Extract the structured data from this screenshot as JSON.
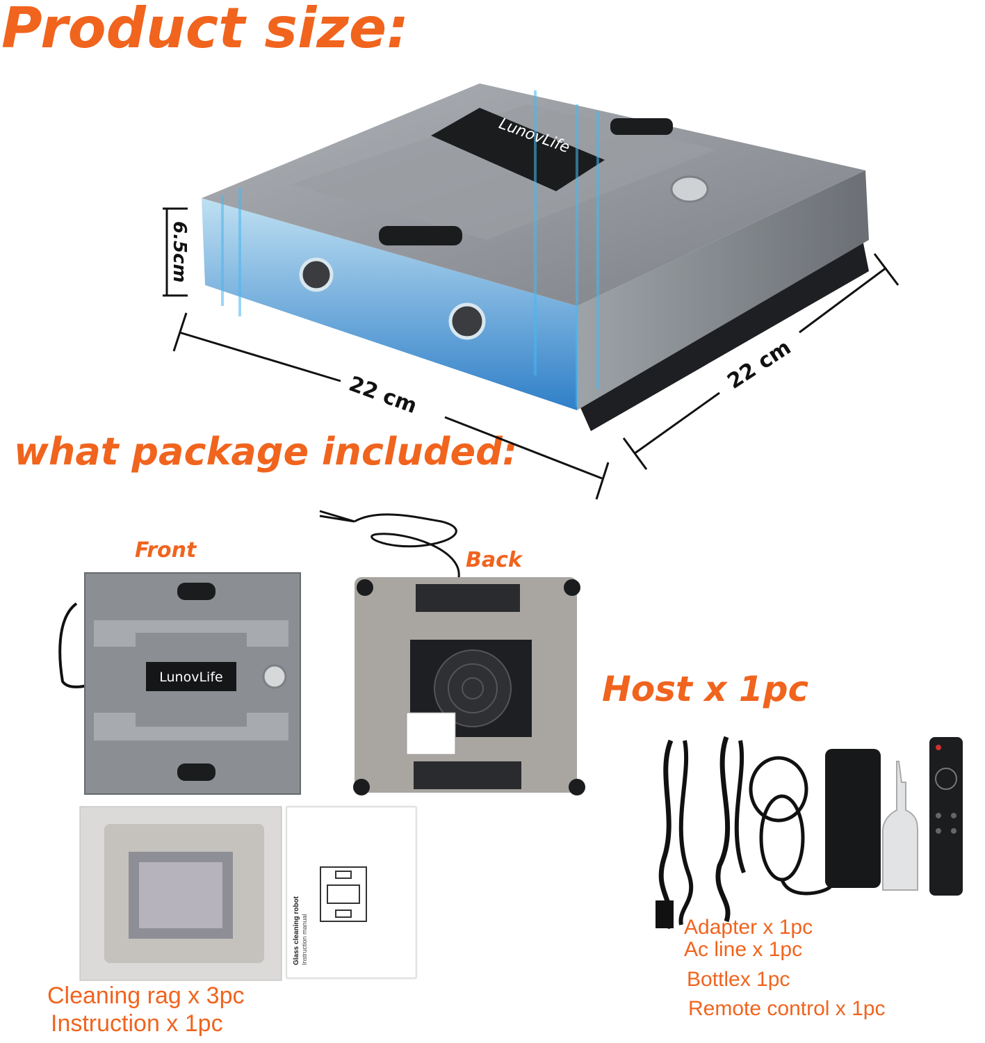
{
  "headings": {
    "product_size": "Product size:",
    "package_included": "what package included:",
    "host": "Host x 1pc"
  },
  "dimensions": {
    "height": "6.5cm",
    "width": "22 cm",
    "depth": "22 cm"
  },
  "labels": {
    "front": "Front",
    "back": "Back",
    "brand": "LunovLife"
  },
  "manual": {
    "title": "Glass cleaning robot",
    "subtitle": "Instruction manual"
  },
  "accessories_left": [
    "Cleaning rag  x 3pc",
    "Instruction x 1pc"
  ],
  "accessories_right": [
    "Adapter x 1pc",
    "Ac line x 1pc",
    "Bottlex 1pc",
    "Remote control x 1pc"
  ],
  "colors": {
    "accent": "#f0641e",
    "robot_body": "#8c9096",
    "robot_dark": "#2a2b2e",
    "water_blue": "#2f8fd6"
  }
}
